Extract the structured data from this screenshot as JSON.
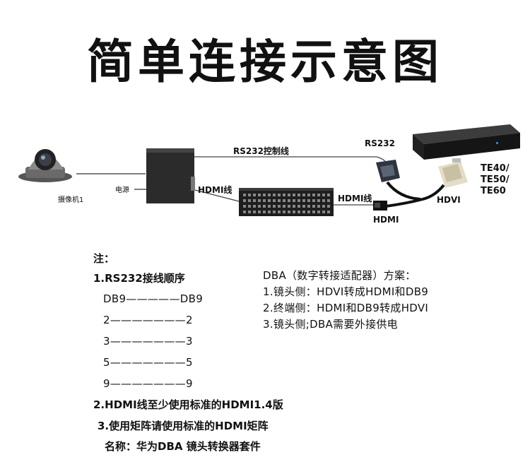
{
  "title": "简单连接示意图",
  "labels": {
    "camera": "摄像机1",
    "power": "电源",
    "rs232_cable": "RS232控制线",
    "hdmi_cable_left": "HDMI线",
    "hdmi_cable_right": "HDMI线",
    "rs232_connector": "RS232",
    "hdvi_connector": "HDVI",
    "hdmi_connector": "HDMI",
    "codec_models": [
      "TE40/",
      "TE50/",
      "TE60"
    ]
  },
  "notes_left": {
    "heading": "注：",
    "item1": "1.RS232接线顺序",
    "pin_rows": [
      "DB9—————DB9",
      "2———————2",
      "3———————3",
      "5———————5",
      "9———————9"
    ],
    "item2": "2.HDMI线至少使用标准的HDMI1.4版",
    "item3": "3.使用矩阵请使用标准的HDMI矩阵",
    "name_line": "名称：华为DBA 镜头转换器套件"
  },
  "notes_right": {
    "heading": "DBA（数字转接适配器）方案：",
    "lines": [
      "1.镜头侧：HDVI转成HDMI和DB9",
      "2.终端侧：HDMI和DB9转成HDVI",
      "3.镜头侧;DBA需要外接供电"
    ]
  }
}
